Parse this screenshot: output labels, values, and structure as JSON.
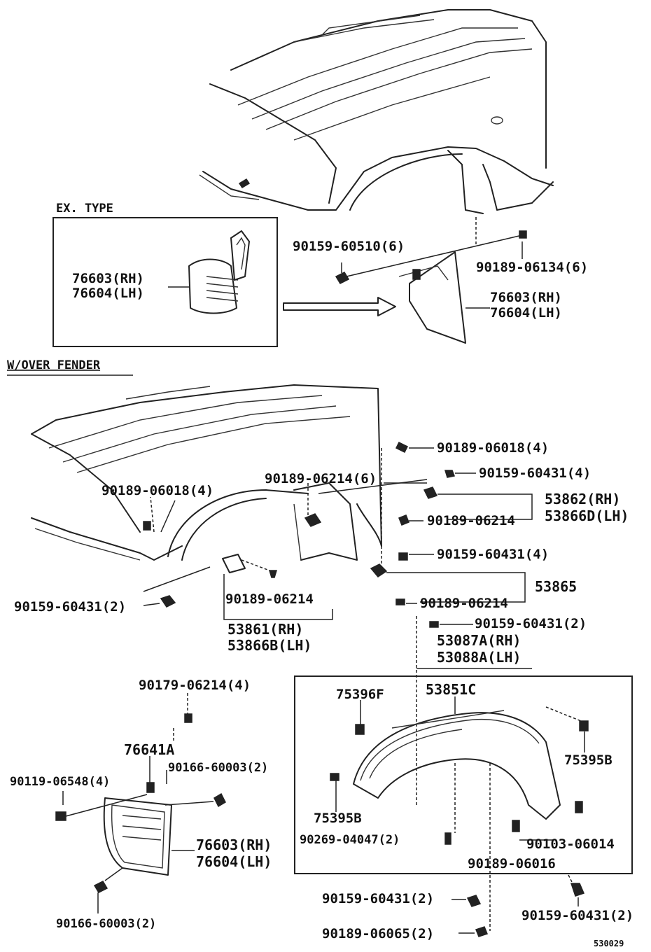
{
  "labels": {
    "ex_type": "EX. TYPE",
    "w_over_fender": "W/OVER FENDER",
    "p90159_60510": "90159-60510(6)",
    "p90189_06134": "90189-06134(6)",
    "box_76603": "76603(RH)",
    "box_76604": "76604(LH)",
    "r_76603": "76603(RH)",
    "r_76604": "76604(LH)",
    "p90189_06018_a": "90189-06018(4)",
    "p90159_60431_a": "90159-60431(4)",
    "p90189_06018_b": "90189-06018(4)",
    "p90189_06214_6": "90189-06214(6)",
    "p53862": "53862(RH)",
    "p53866d": "53866D(LH)",
    "p90189_06214_a": "90189-06214",
    "p90159_60431_b": "90159-60431(4)",
    "p53865": "53865",
    "p90159_60431_c": "90159-60431(2)",
    "p90189_06214_b": "90189-06214",
    "p90189_06214_c": "90189-06214",
    "p90159_60431_d": "90159-60431(2)",
    "p53861": "53861(RH)",
    "p53866b": "53866B(LH)",
    "p53087a": "53087A(RH)",
    "p53088a": "53088A(LH)",
    "p90179_06214": "90179-06214(4)",
    "p75396f": "75396F",
    "p53851c": "53851C",
    "p76641a": "76641A",
    "p90119_06548": "90119-06548(4)",
    "p90166_60003_a": "90166-60003(2)",
    "p75395b_r": "75395B",
    "p75395b_l": "75395B",
    "p90269_04047": "90269-04047(2)",
    "p90103_06014": "90103-06014",
    "p90189_06016": "90189-06016",
    "b_76603": "76603(RH)",
    "b_76604": "76604(LH)",
    "p90159_60431_e": "90159-60431(2)",
    "p90159_60431_f": "90159-60431(2)",
    "p90166_60003_b": "90166-60003(2)",
    "p90189_06065": "90189-06065(2)",
    "fig_code": "530029"
  }
}
